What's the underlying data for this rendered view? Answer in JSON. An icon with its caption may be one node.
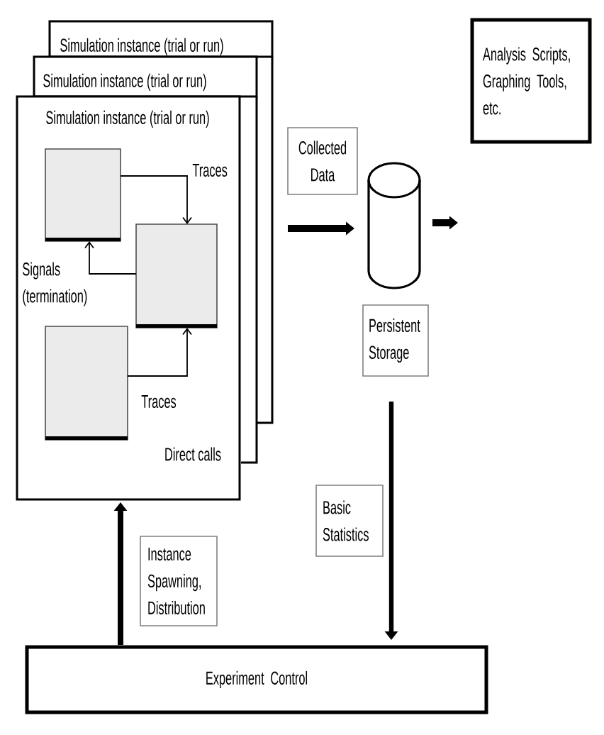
{
  "diagram": {
    "nodes": [
      {
        "text": [
          "Simulation instance (trial or run)"
        ]
      },
      {
        "text": [
          "Simulation instance (trial or run)"
        ]
      },
      {
        "text": [
          "Simulation instance (trial or run)"
        ]
      },
      {
        "text": [],
        "shape": "box",
        "in": 2
      },
      {
        "text": [],
        "shape": "box",
        "in": 2
      },
      {
        "text": [],
        "shape": "box",
        "in": 2
      },
      {
        "text": [
          "Collected Data"
        ]
      },
      {
        "text": [],
        "shape": "cylinder"
      },
      {
        "text": [
          "Persistent Storage"
        ]
      },
      {
        "text": [
          "Analysis Scripts, Graphing Tools, etc."
        ]
      },
      {
        "text": [
          "Basic Statistics"
        ]
      },
      {
        "text": [
          "Instance Spawning, Distribution"
        ]
      },
      {
        "text": [
          "Experiment Control"
        ]
      }
    ],
    "edges": [
      {
        "from": 3,
        "to": 4,
        "arrow": "to",
        "label": "Traces"
      },
      {
        "from": 4,
        "to": 3,
        "arrow": "to",
        "label": "Signals (termination)"
      },
      {
        "from": 5,
        "to": 4,
        "arrow": "to",
        "label": "Traces"
      },
      {
        "from": null,
        "to": 7,
        "arrow": "to"
      },
      {
        "from": 7,
        "to": null,
        "arrow": "to"
      },
      {
        "from": 8,
        "to": 12,
        "arrow": "to"
      },
      {
        "from": 12,
        "to": 2,
        "arrow": "to"
      }
    ],
    "labels": [
      "Direct calls"
    ]
  }
}
